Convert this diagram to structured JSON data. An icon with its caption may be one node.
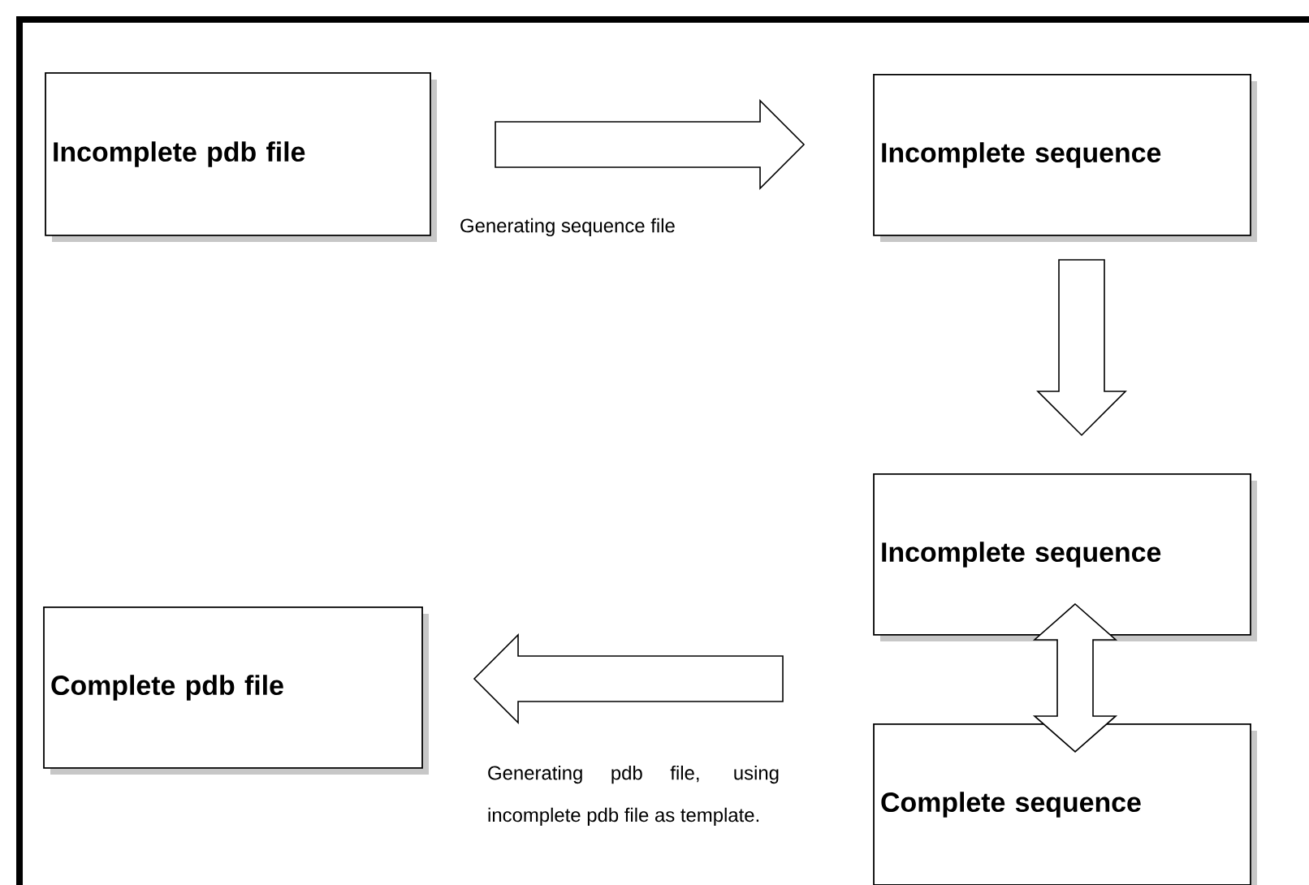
{
  "diagram": {
    "nodes": [
      {
        "text": [
          "Incomplete pdb file"
        ]
      },
      {
        "text": [
          "Incomplete sequence"
        ]
      },
      {
        "text": [
          "Incomplete sequence"
        ]
      },
      {
        "text": [
          "Complete sequence"
        ]
      },
      {
        "text": [
          "Complete pdb file"
        ]
      }
    ],
    "edges": [
      {
        "from": 0,
        "to": 1,
        "arrow": "to",
        "label": "Generating sequence file"
      },
      {
        "from": 1,
        "to": 2,
        "arrow": "to"
      },
      {
        "from": 2,
        "to": 3,
        "arrow": "both"
      },
      {
        "from": 3,
        "to": 4,
        "arrow": "to",
        "label": "Generating pdb file, using incomplete pdb file as template."
      }
    ]
  }
}
